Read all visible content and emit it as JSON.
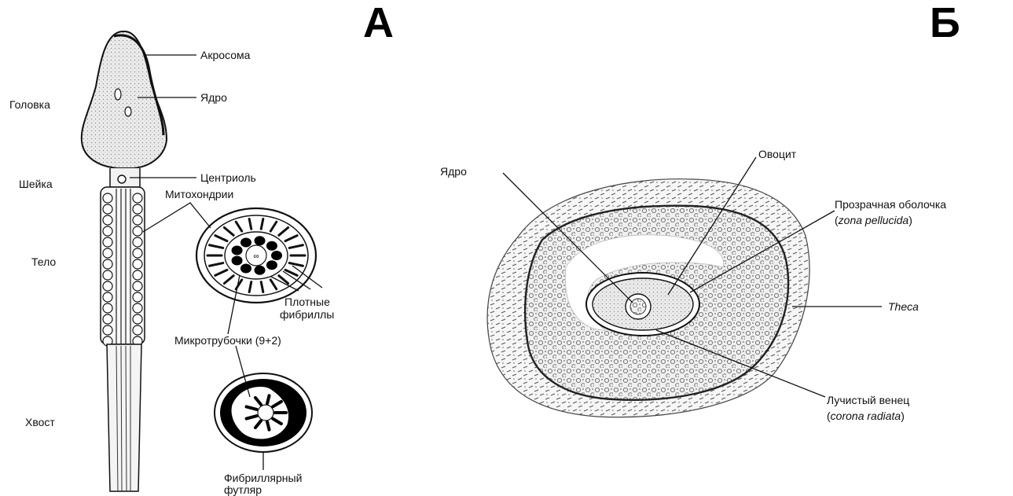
{
  "panel_a": {
    "letter": "А",
    "labels": {
      "acrosome": "Акросома",
      "nucleus": "Ядро",
      "head": "Головка",
      "neck": "Шейка",
      "centriole": "Центриоль",
      "mitochondria": "Митохондрии",
      "body": "Тело",
      "dense_fibrils_1": "Плотные",
      "dense_fibrils_2": "фибриллы",
      "microtubules": "Микротрубочки (9+2)",
      "tail": "Хвост",
      "fibrous_sheath_1": "Фибриллярный",
      "fibrous_sheath_2": "футляр"
    }
  },
  "panel_b": {
    "letter": "Б",
    "labels": {
      "nucleus": "Ядро",
      "oocyte": "Овоцит",
      "zona_1": "Прозрачная оболочка",
      "zona_2_open": "(",
      "zona_2_italic": "zona pellucida",
      "zona_2_close": ")",
      "theca": "Theca",
      "corona_1": "Лучистый венец",
      "corona_2_open": "(",
      "corona_2_italic": "corona radiata",
      "corona_2_close": ")"
    }
  },
  "colors": {
    "ink": "#111111",
    "stipple": "#9a9a9a",
    "fill": "#e6e6e6"
  }
}
